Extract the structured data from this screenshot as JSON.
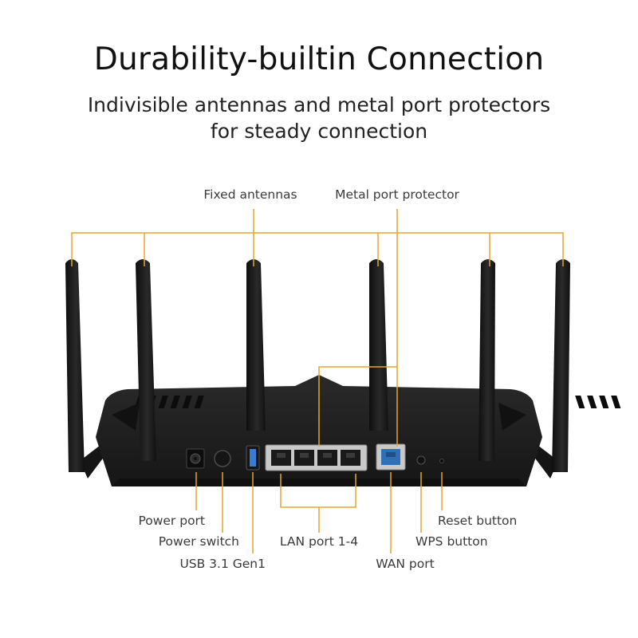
{
  "header": {
    "title": "Durability-builtin Connection",
    "subtitle_line1": "Indivisible antennas and metal port protectors",
    "subtitle_line2": "for steady connection"
  },
  "callouts": {
    "fixed_antennas": "Fixed antennas",
    "metal_port_protector": "Metal port protector",
    "power_port": "Power port",
    "power_switch": "Power switch",
    "usb": "USB 3.1 Gen1",
    "lan_ports": "LAN port 1-4",
    "wan_port": "WAN port",
    "wps_button": "WPS button",
    "reset_button": "Reset button"
  },
  "colors": {
    "leader_line": "#e3a72f",
    "router_body": "#1e1e1e",
    "wan_port": "#2f6fb8",
    "usb_port": "#3a7bd5"
  }
}
